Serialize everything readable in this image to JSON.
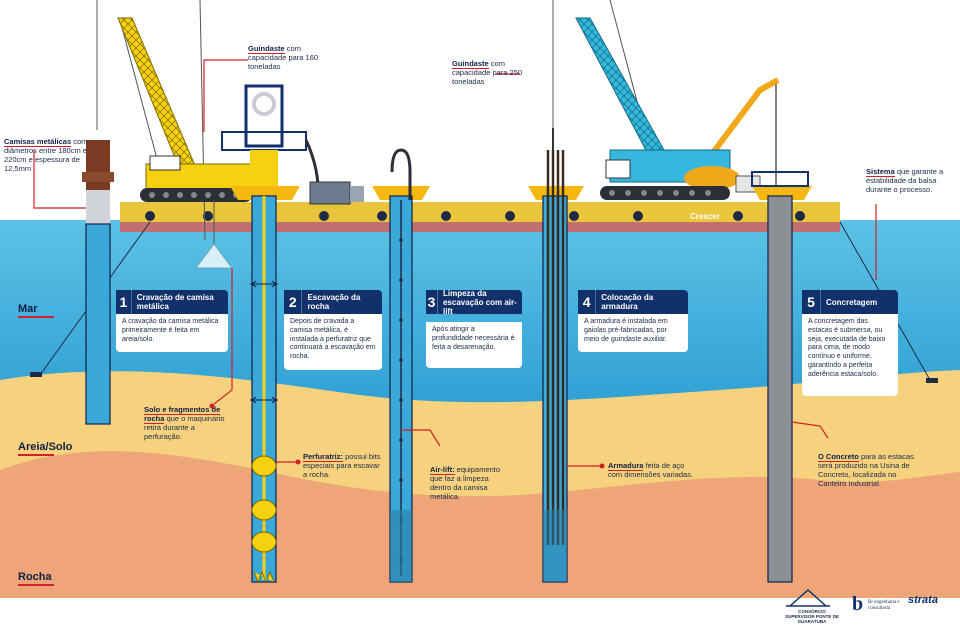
{
  "layers": {
    "mar": "Mar",
    "areia": "Areia/Solo",
    "rocha": "Rocha"
  },
  "barge_name": "Crescer",
  "callouts": {
    "guindaste160": {
      "title": "Guindaste",
      "text": "com capacidade para 160 toneladas"
    },
    "guindaste250": {
      "title": "Guindaste",
      "text": "com capacidade para 250 toneladas"
    },
    "camisas": {
      "title": "Camisas metálicas",
      "text": "com diâmetros entre 180cm e 220cm e espessura de 12,5mm"
    },
    "sistema": {
      "title": "Sistema",
      "text": "que garante a estabilidade da balsa durante o processo."
    },
    "solo": {
      "title": "Solo e fragmentos de rocha",
      "text": "que o maquinário retira durante a perfuração."
    },
    "perfuratriz": {
      "title": "Perfuratriz:",
      "text": "possui bits especiais para escavar a rocha."
    },
    "airlift": {
      "title": "Air-lift:",
      "text": "equipamento que faz a limpeza dentro da camisa metálica."
    },
    "armadura": {
      "title": "Armadura",
      "text": "feita de aço com dimensões variadas."
    },
    "concreto": {
      "title": "O Concreto",
      "text": "para as estacas será produzido na Usina de Concreto, localizada no Canteiro Industrial."
    }
  },
  "steps": [
    {
      "num": "1",
      "title": "Cravação de camisa metálica",
      "text": "A cravação da camisa metálica primeiramente é feita em areia/solo."
    },
    {
      "num": "2",
      "title": "Escavação da rocha",
      "text": "Depois de cravada a camisa metálica, é instalada a perfuratriz que continuará a escavação em rocha."
    },
    {
      "num": "3",
      "title": "Limpeza da escavação com air-lift",
      "text": "Após atingir a profundidade necessária é feita a desarenação."
    },
    {
      "num": "4",
      "title": "Colocação da armadura",
      "text": "A armadura é instalada em gaiolas pré-fabricadas, por meio de guindaste auxiliar."
    },
    {
      "num": "5",
      "title": "Concretagem",
      "text": "A concretagem das estacas é submersa, ou seja, executada de baixo para cima, de modo contínuo e uniforme, garantindo a perfeita aderência estaca/solo."
    }
  ],
  "logos": {
    "consorcio": "CONSÓRCIO SUPERVISOR PONTE DE GUARATUBA",
    "br": "Br engenharia e consultoria",
    "strata": "strata"
  },
  "colors": {
    "sky": "#ffffff",
    "sea_top": "#4fb8e0",
    "sea_bottom": "#2e9fd4",
    "sand": "#f6d27e",
    "rock": "#eea679",
    "navy": "#12306a",
    "accent": "#d0202a",
    "crane_yellow": "#f5d10f",
    "crane_cyan": "#35b8dc",
    "concrete": "#8a8f94"
  }
}
